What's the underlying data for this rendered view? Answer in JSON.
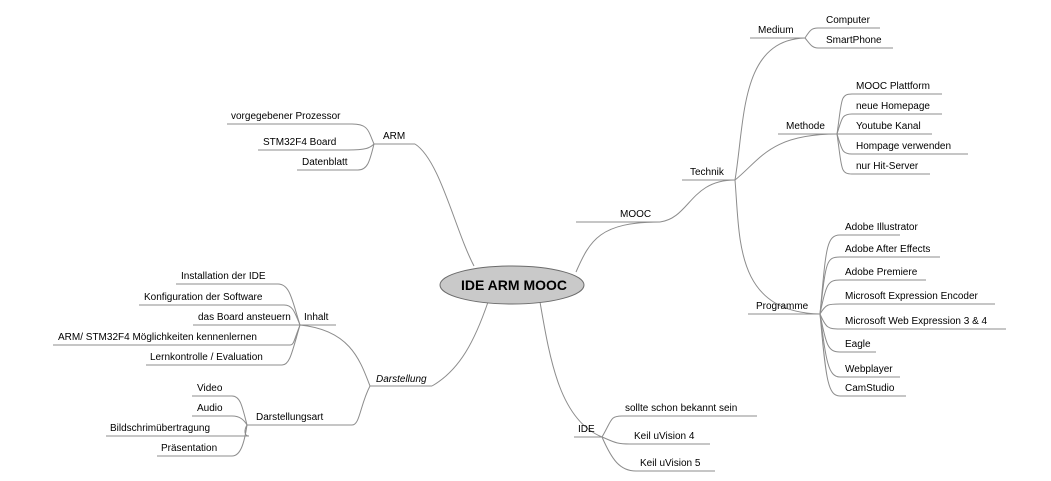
{
  "center": "IDE ARM MOOC",
  "mooc": {
    "label": "MOOC",
    "technik": {
      "label": "Technik",
      "medium": {
        "label": "Medium",
        "items": [
          "Computer",
          "SmartPhone"
        ]
      },
      "methode": {
        "label": "Methode",
        "items": [
          "MOOC Plattform",
          "neue Homepage",
          "Youtube Kanal",
          "Hompage verwenden",
          "nur Hit-Server"
        ]
      },
      "programme": {
        "label": "Programme",
        "items": [
          "Adobe Illustrator",
          "Adobe After Effects",
          "Adobe Premiere",
          "Microsoft Expression Encoder",
          "Microsoft Web Expression 3 & 4",
          "Eagle",
          "Webplayer",
          "CamStudio"
        ]
      }
    }
  },
  "ide": {
    "label": "IDE",
    "items": [
      "sollte schon bekannt sein",
      "Keil uVision 4",
      "Keil uVision 5"
    ]
  },
  "arm": {
    "label": "ARM",
    "items": [
      "vorgegebener Prozessor",
      "STM32F4 Board",
      "Datenblatt"
    ]
  },
  "darstellung": {
    "label": "Darstellung",
    "inhalt": {
      "label": "Inhalt",
      "items": [
        "Installation der IDE",
        "Konfiguration der Software",
        "das Board ansteuern",
        "ARM/ STM32F4 Möglichkeiten kennenlernen",
        "Lernkontrolle / Evaluation"
      ]
    },
    "darstellungsart": {
      "label": "Darstellungsart",
      "items": [
        "Video",
        "Audio",
        "Bildschrimübertragung",
        "Präsentation"
      ]
    }
  }
}
